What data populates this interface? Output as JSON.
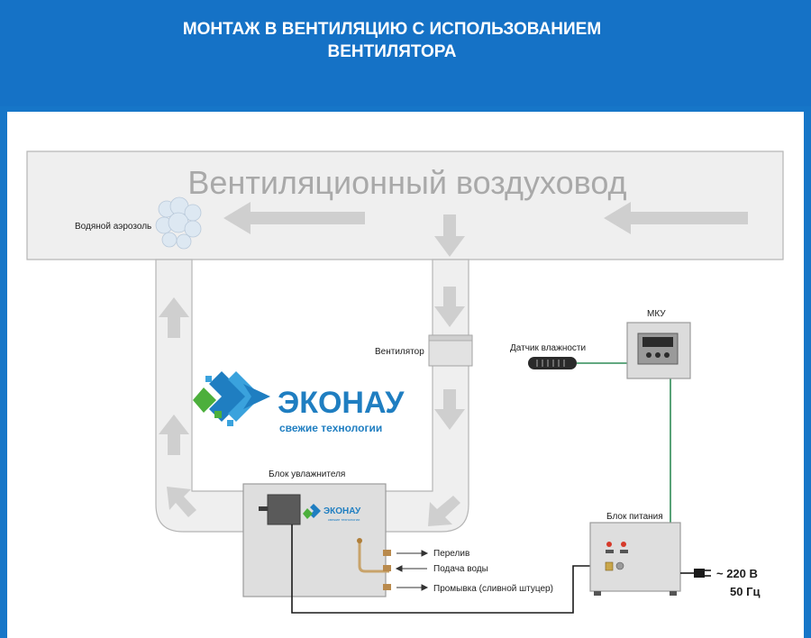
{
  "header": {
    "title_line1": "МОНТАЖ В ВЕНТИЛЯЦИЮ С ИСПОЛЬЗОВАНИЕМ",
    "title_line2": "ВЕНТИЛЯТОРА"
  },
  "duct": {
    "label": "Вентиляционный воздуховод"
  },
  "labels": {
    "aerosol": "Водяной аэрозоль",
    "fan": "Вентилятор",
    "sensor": "Датчик влажности",
    "mku": "МКУ",
    "humidifier_unit": "Блок увлажнителя",
    "power_unit": "Блок питания",
    "overflow": "Перелив",
    "water_supply": "Подача воды",
    "flush": "Промывка (сливной штуцер)",
    "voltage": "~ 220 В",
    "frequency": "50 Гц"
  },
  "brand": {
    "name": "ЭКОНАУ",
    "tagline": "свежие технологии",
    "small_tagline": "свежие технологии"
  },
  "colors": {
    "header_bg": "#1572c6",
    "duct_fill": "#efefef",
    "arrow": "#cfcfcf",
    "wire_green": "#2e8b57",
    "brand_blue": "#1f7ec1",
    "brand_green": "#4caf3c"
  }
}
